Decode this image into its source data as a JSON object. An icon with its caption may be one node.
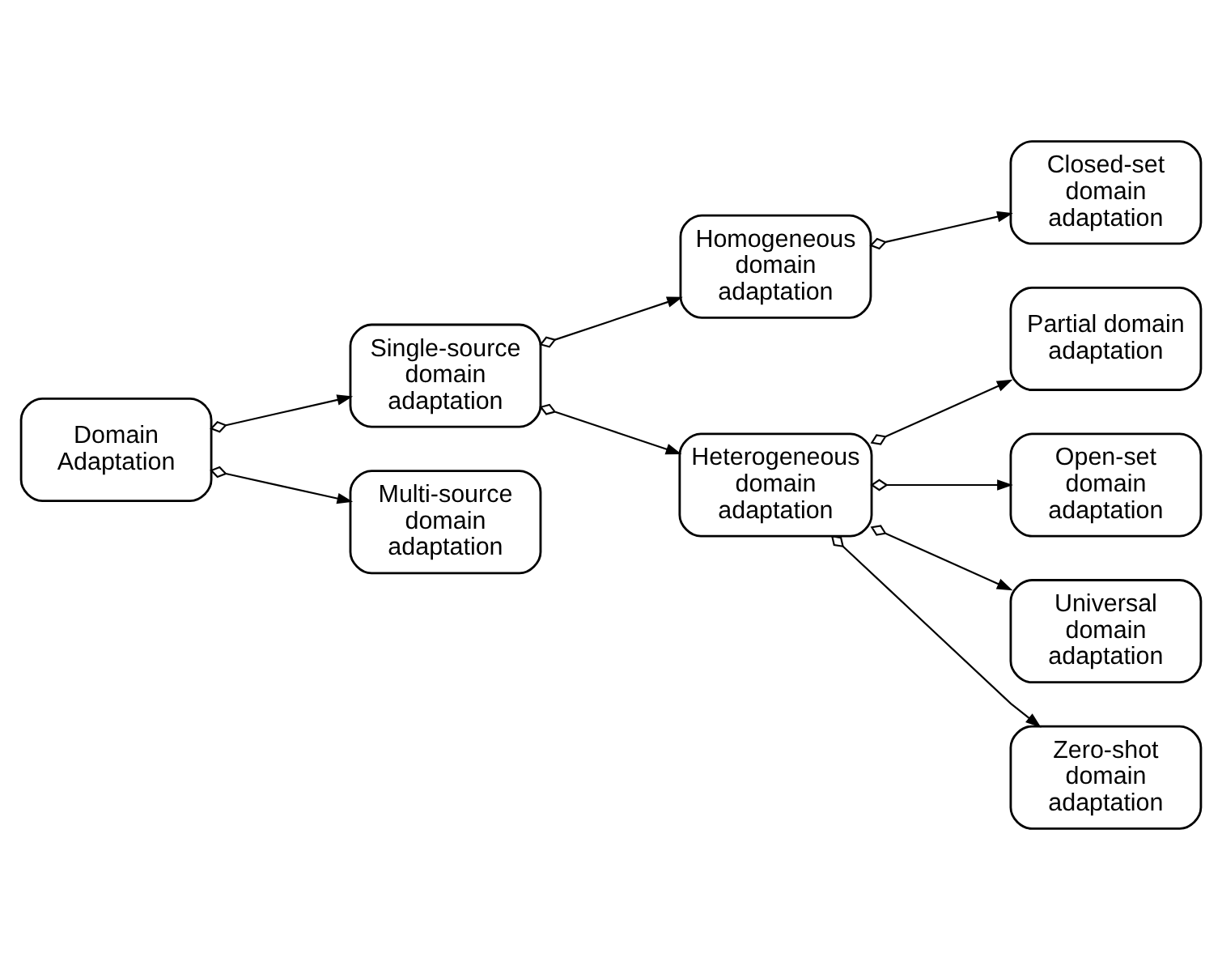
{
  "diagram": {
    "nodes": [
      {
        "text": [
          "Domain Adaptation"
        ]
      },
      {
        "text": [
          "Single-source domain adaptation"
        ]
      },
      {
        "text": [
          "Multi-source domain adaptation"
        ]
      },
      {
        "text": [
          "Homogeneous domain adaptation"
        ]
      },
      {
        "text": [
          "Heterogeneous domain adaptation"
        ]
      },
      {
        "text": [
          "Closed-set domain adaptation"
        ]
      },
      {
        "text": [
          "Partial domain adaptation"
        ]
      },
      {
        "text": [
          "Open-set domain adaptation"
        ]
      },
      {
        "text": [
          "Universal domain adaptation"
        ]
      },
      {
        "text": [
          "Zero-shot domain adaptation"
        ]
      }
    ],
    "edges": [
      {
        "from": 0,
        "to": 1,
        "arrow": "to"
      },
      {
        "from": 0,
        "to": 2,
        "arrow": "to"
      },
      {
        "from": 1,
        "to": 3,
        "arrow": "to"
      },
      {
        "from": 1,
        "to": 4,
        "arrow": "to"
      },
      {
        "from": 3,
        "to": 5,
        "arrow": "to"
      },
      {
        "from": 4,
        "to": 6,
        "arrow": "to"
      },
      {
        "from": 4,
        "to": 7,
        "arrow": "to"
      },
      {
        "from": 4,
        "to": 8,
        "arrow": "to"
      },
      {
        "from": 4,
        "to": 9,
        "arrow": "to"
      }
    ]
  }
}
